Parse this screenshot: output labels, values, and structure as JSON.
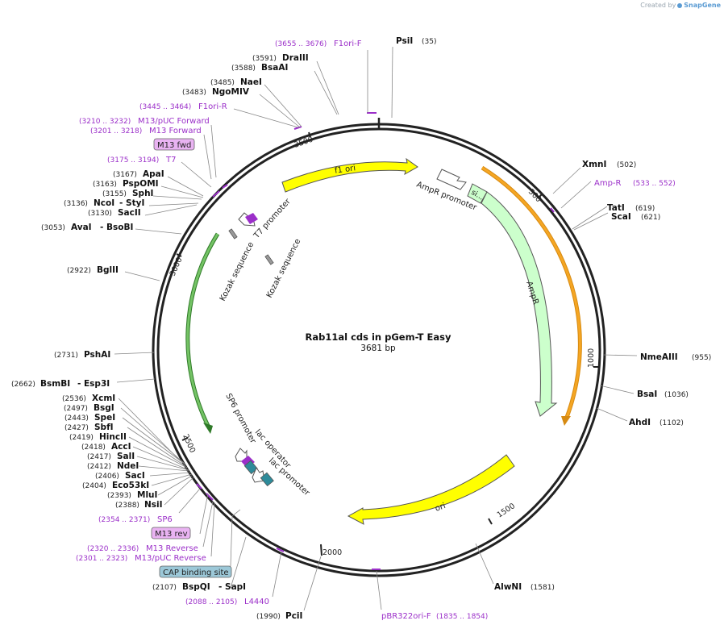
{
  "credit": {
    "prefix": "Created by",
    "brand": "SnapGene"
  },
  "map": {
    "name": "Rab11al cds in pGem-T Easy",
    "length": "3681 bp",
    "total_bp": 3681
  },
  "ticks": [
    "500",
    "1000",
    "1500",
    "2000",
    "2500",
    "3000",
    "3500"
  ],
  "enzymes": [
    {
      "name": "PsiI",
      "pos": "(35)"
    },
    {
      "name": "XmnI",
      "pos": "(502)"
    },
    {
      "name": "TatI",
      "pos": "(619)"
    },
    {
      "name": "ScaI",
      "pos": "(621)"
    },
    {
      "name": "NmeAIII",
      "pos": "(955)"
    },
    {
      "name": "BsaI",
      "pos": "(1036)"
    },
    {
      "name": "AhdI",
      "pos": "(1102)"
    },
    {
      "name": "AlwNI",
      "pos": "(1581)"
    },
    {
      "name": "PciI",
      "pos": "(1990)"
    },
    {
      "name": "BspQI",
      "pos": "(2107)",
      "alt": "- SapI"
    },
    {
      "name": "NsiI",
      "pos": "(2388)"
    },
    {
      "name": "MluI",
      "pos": "(2393)"
    },
    {
      "name": "Eco53kI",
      "pos": "(2404)"
    },
    {
      "name": "SacI",
      "pos": "(2406)"
    },
    {
      "name": "NdeI",
      "pos": "(2412)"
    },
    {
      "name": "SalI",
      "pos": "(2417)"
    },
    {
      "name": "AccI",
      "pos": "(2418)"
    },
    {
      "name": "HincII",
      "pos": "(2419)"
    },
    {
      "name": "SbfI",
      "pos": "(2427)"
    },
    {
      "name": "SpeI",
      "pos": "(2443)"
    },
    {
      "name": "BsgI",
      "pos": "(2497)"
    },
    {
      "name": "XcmI",
      "pos": "(2536)"
    },
    {
      "name": "BsmBI",
      "pos": "(2662)",
      "alt": "- Esp3I"
    },
    {
      "name": "PshAI",
      "pos": "(2731)"
    },
    {
      "name": "BglII",
      "pos": "(2922)"
    },
    {
      "name": "AvaI",
      "pos": "(3053)",
      "alt": "- BsoBI"
    },
    {
      "name": "SacII",
      "pos": "(3130)"
    },
    {
      "name": "NcoI",
      "pos": "(3136)",
      "alt": "- StyI"
    },
    {
      "name": "SphI",
      "pos": "(3155)"
    },
    {
      "name": "PspOMI",
      "pos": "(3163)"
    },
    {
      "name": "ApaI",
      "pos": "(3167)"
    },
    {
      "name": "NgoMIV",
      "pos": "(3483)"
    },
    {
      "name": "NaeI",
      "pos": "(3485)"
    },
    {
      "name": "BsaAI",
      "pos": "(3588)"
    },
    {
      "name": "DraIII",
      "pos": "(3591)"
    }
  ],
  "primers": [
    {
      "name": "F1ori-F",
      "range": "(3655 .. 3676)"
    },
    {
      "name": "F1ori-R",
      "range": "(3445 .. 3464)"
    },
    {
      "name": "M13/pUC Forward",
      "range": "(3210 .. 3232)"
    },
    {
      "name": "M13 Forward",
      "range": "(3201 .. 3218)"
    },
    {
      "name": "T7",
      "range": "(3175 .. 3194)"
    },
    {
      "name": "Amp-R",
      "range": "(533 .. 552)"
    },
    {
      "name": "SP6",
      "range": "(2354 .. 2371)"
    },
    {
      "name": "M13 Reverse",
      "range": "(2320 .. 2336)"
    },
    {
      "name": "M13/pUC Reverse",
      "range": "(2301 .. 2323)"
    },
    {
      "name": "L4440",
      "range": "(2088 .. 2105)"
    },
    {
      "name": "pBR322ori-F",
      "range": "(1835 .. 1854)"
    }
  ],
  "badges": [
    {
      "label": "M13 fwd",
      "color": "#e9b3f2"
    },
    {
      "label": "M13 rev",
      "color": "#e9b3f2"
    },
    {
      "label": "CAP binding site",
      "color": "#9cc8d8"
    }
  ],
  "features": [
    {
      "name": "f1 ori",
      "color": "#ffff00"
    },
    {
      "name": "AmpR promoter",
      "color": "#ffffff"
    },
    {
      "name": "si...",
      "color": "#ccffcc"
    },
    {
      "name": "AmpR",
      "color": "#ccffcc"
    },
    {
      "name": "ori",
      "color": "#ffff00"
    },
    {
      "name": "T7 promoter",
      "color": "#ffffff"
    },
    {
      "name": "Kozak sequence",
      "color": "#999999"
    },
    {
      "name": "Kozak sequence",
      "color": "#999999"
    },
    {
      "name": "SP6 promoter",
      "color": "#ffffff"
    },
    {
      "name": "lac operator",
      "color": "#2e8b9a"
    },
    {
      "name": "lac promoter",
      "color": "#ffffff"
    }
  ],
  "colors": {
    "primer": "#9b2fc9",
    "orf_orange": "#f5a623",
    "orf_green": "#74c365",
    "backbone": "#222222"
  }
}
